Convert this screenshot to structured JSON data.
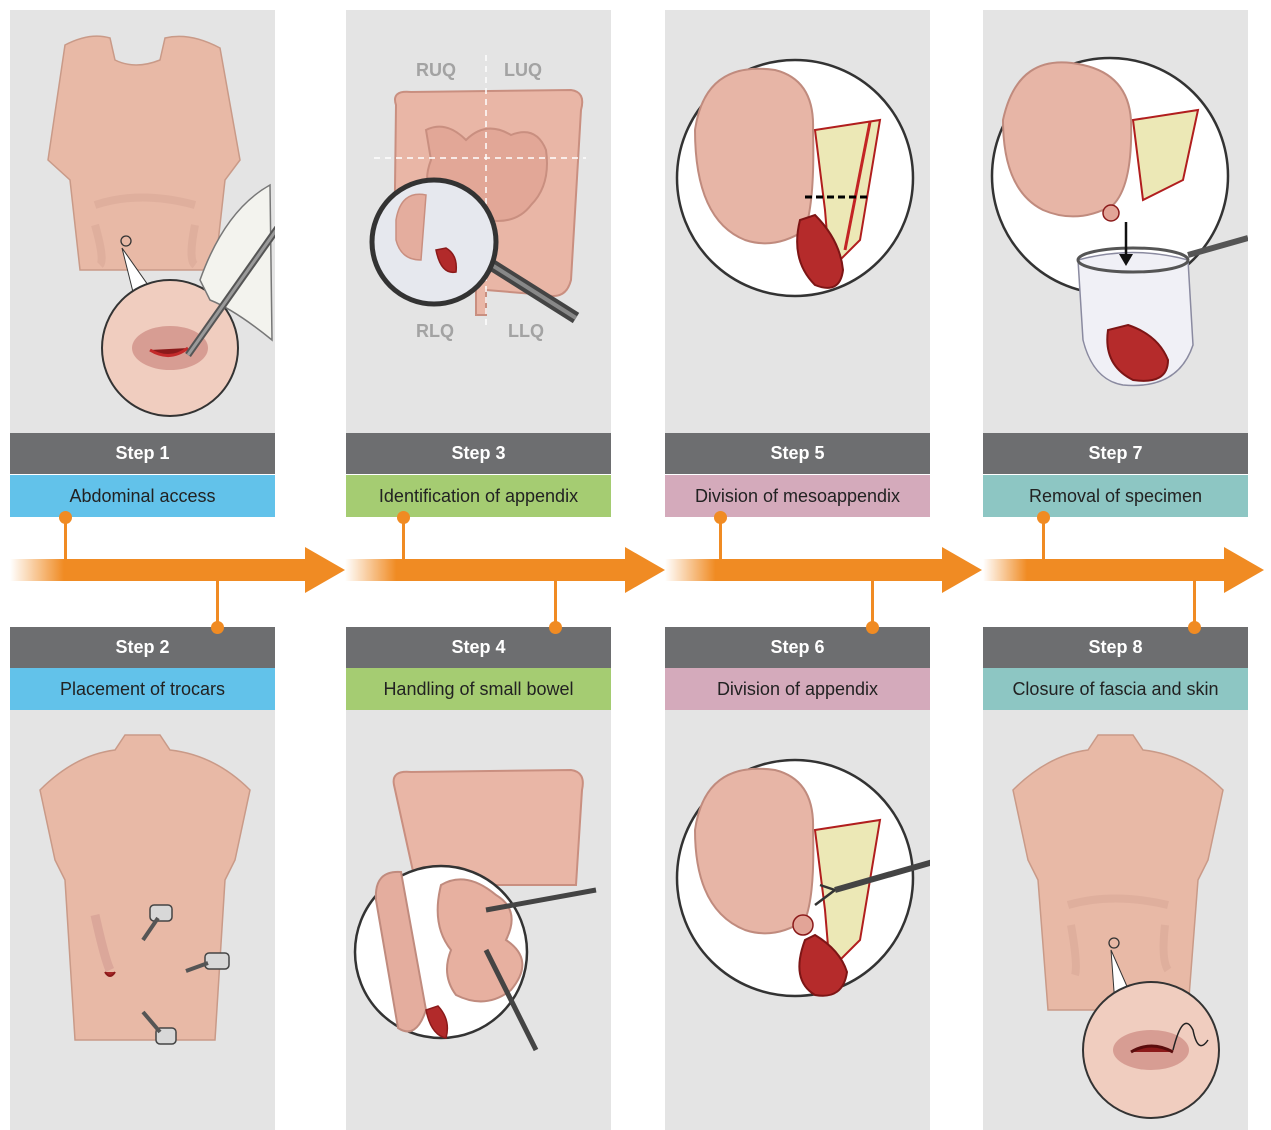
{
  "colors": {
    "step_header": "#6d6e70",
    "arrow": "#f08b23",
    "panel_bg": "#e4e4e4",
    "blue": "#62c2ea",
    "green": "#a5cc72",
    "pink": "#d4aabb",
    "teal": "#8dc6c3"
  },
  "steps": [
    {
      "label": "Step 1",
      "title": "Abdominal access"
    },
    {
      "label": "Step 2",
      "title": "Placement of trocars"
    },
    {
      "label": "Step 3",
      "title": "Identification of appendix"
    },
    {
      "label": "Step 4",
      "title": "Handling of small bowel"
    },
    {
      "label": "Step 5",
      "title": "Division of mesoappendix"
    },
    {
      "label": "Step 6",
      "title": "Division of appendix"
    },
    {
      "label": "Step 7",
      "title": "Removal of specimen"
    },
    {
      "label": "Step 8",
      "title": "Closure of fascia and skin"
    }
  ],
  "quadrants": {
    "ruq": "RUQ",
    "luq": "LUQ",
    "rlq": "RLQ",
    "llq": "LLQ"
  }
}
